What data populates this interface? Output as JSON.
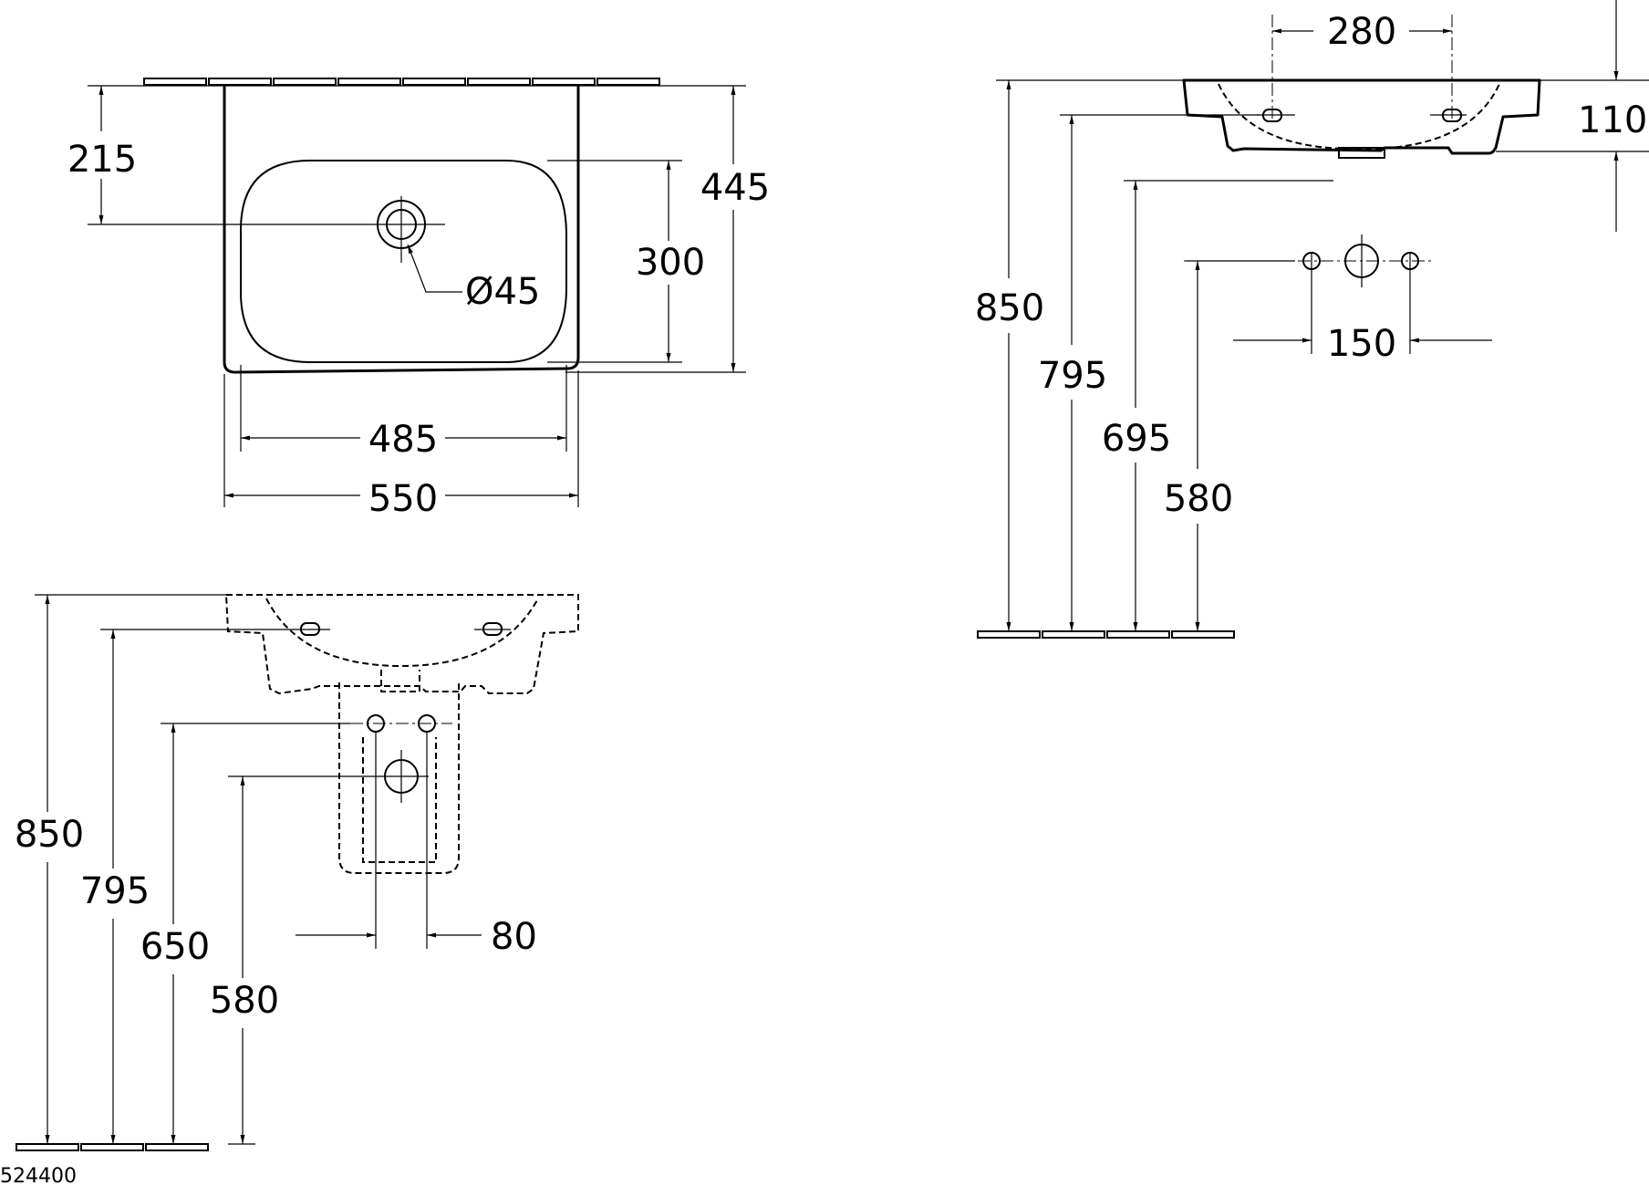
{
  "drawing_code": "524400",
  "top_view": {
    "dim_hole_offset": "215",
    "dim_total_depth": "445",
    "dim_bowl_depth": "300",
    "dim_hole_diameter": "Ø45",
    "dim_bowl_width": "485",
    "dim_total_width": "550"
  },
  "front_view": {
    "dim_tap_spacing": "280",
    "dim_rim_height": "110",
    "dim_rim_top": "850",
    "dim_overflow": "795",
    "dim_waste": "695",
    "dim_supply": "580",
    "dim_valve_spacing": "150"
  },
  "side_view": {
    "dim_rim_top": "850",
    "dim_overflow": "795",
    "dim_valves": "650",
    "dim_waste": "580",
    "dim_valve_spacing": "80"
  }
}
